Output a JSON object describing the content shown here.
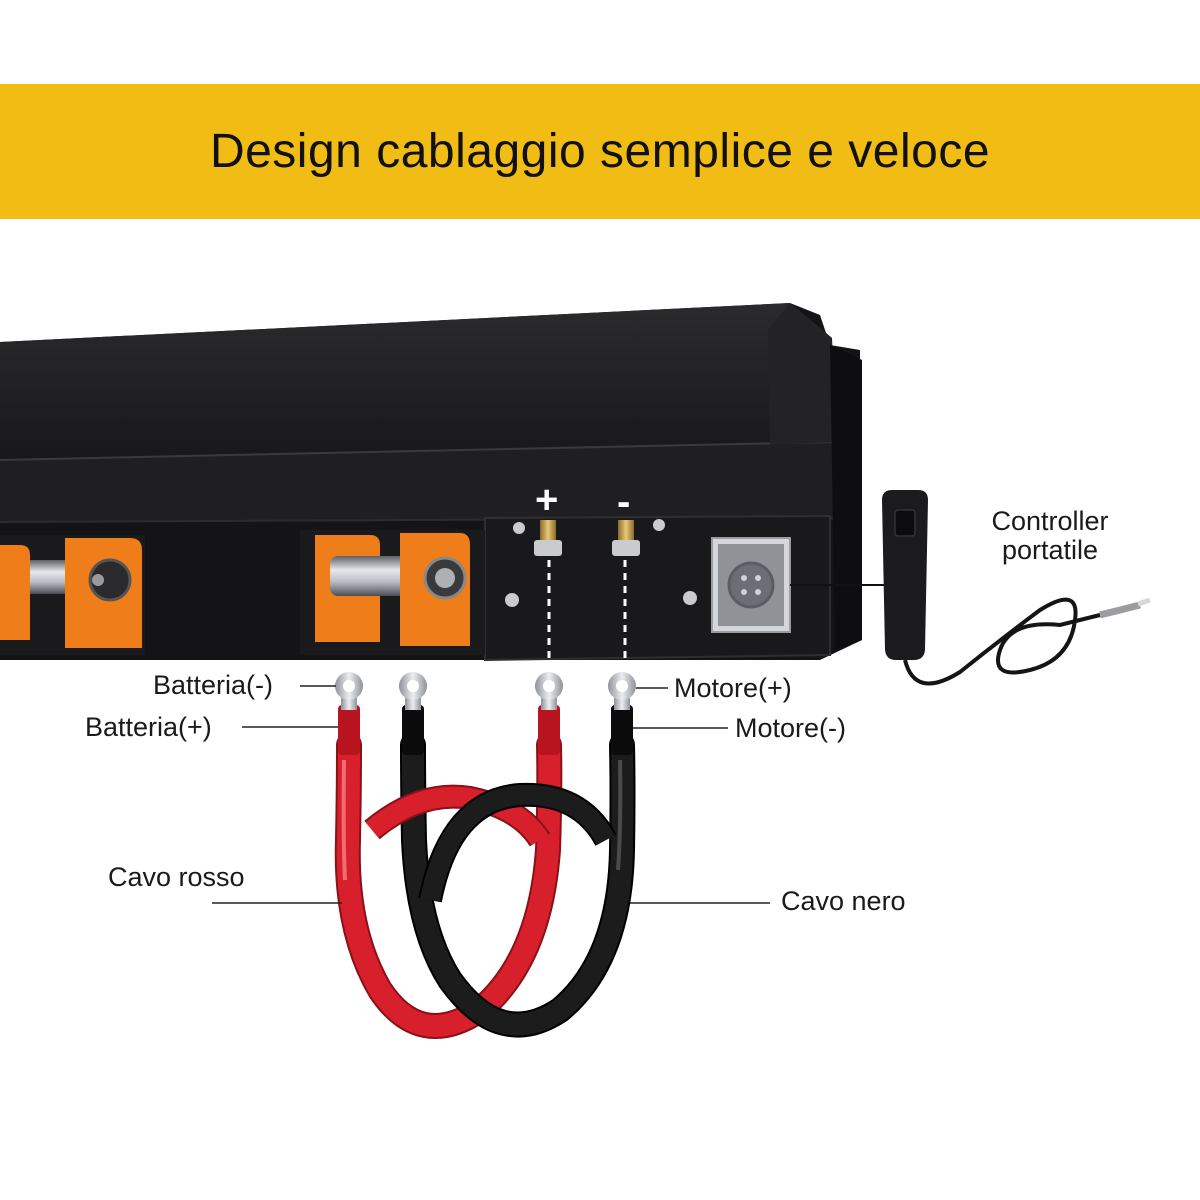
{
  "header": {
    "title": "Design cablaggio semplice e veloce",
    "background_color": "#f1bd14"
  },
  "terminals": {
    "plus_sign": "+",
    "minus_sign": "-"
  },
  "labels": {
    "battery_negative": "Batteria(-)",
    "battery_positive": "Batteria(+)",
    "motor_positive": "Motore(+)",
    "motor_negative": "Motore(-)",
    "red_cable": "Cavo rosso",
    "black_cable": "Cavo nero",
    "controller_line1": "Controller",
    "controller_line2": "portatile"
  },
  "colors": {
    "red_cable": "#d8202c",
    "black_cable": "#151515",
    "housing": "#1c1c1e",
    "bracket": "#ef7d1a"
  }
}
